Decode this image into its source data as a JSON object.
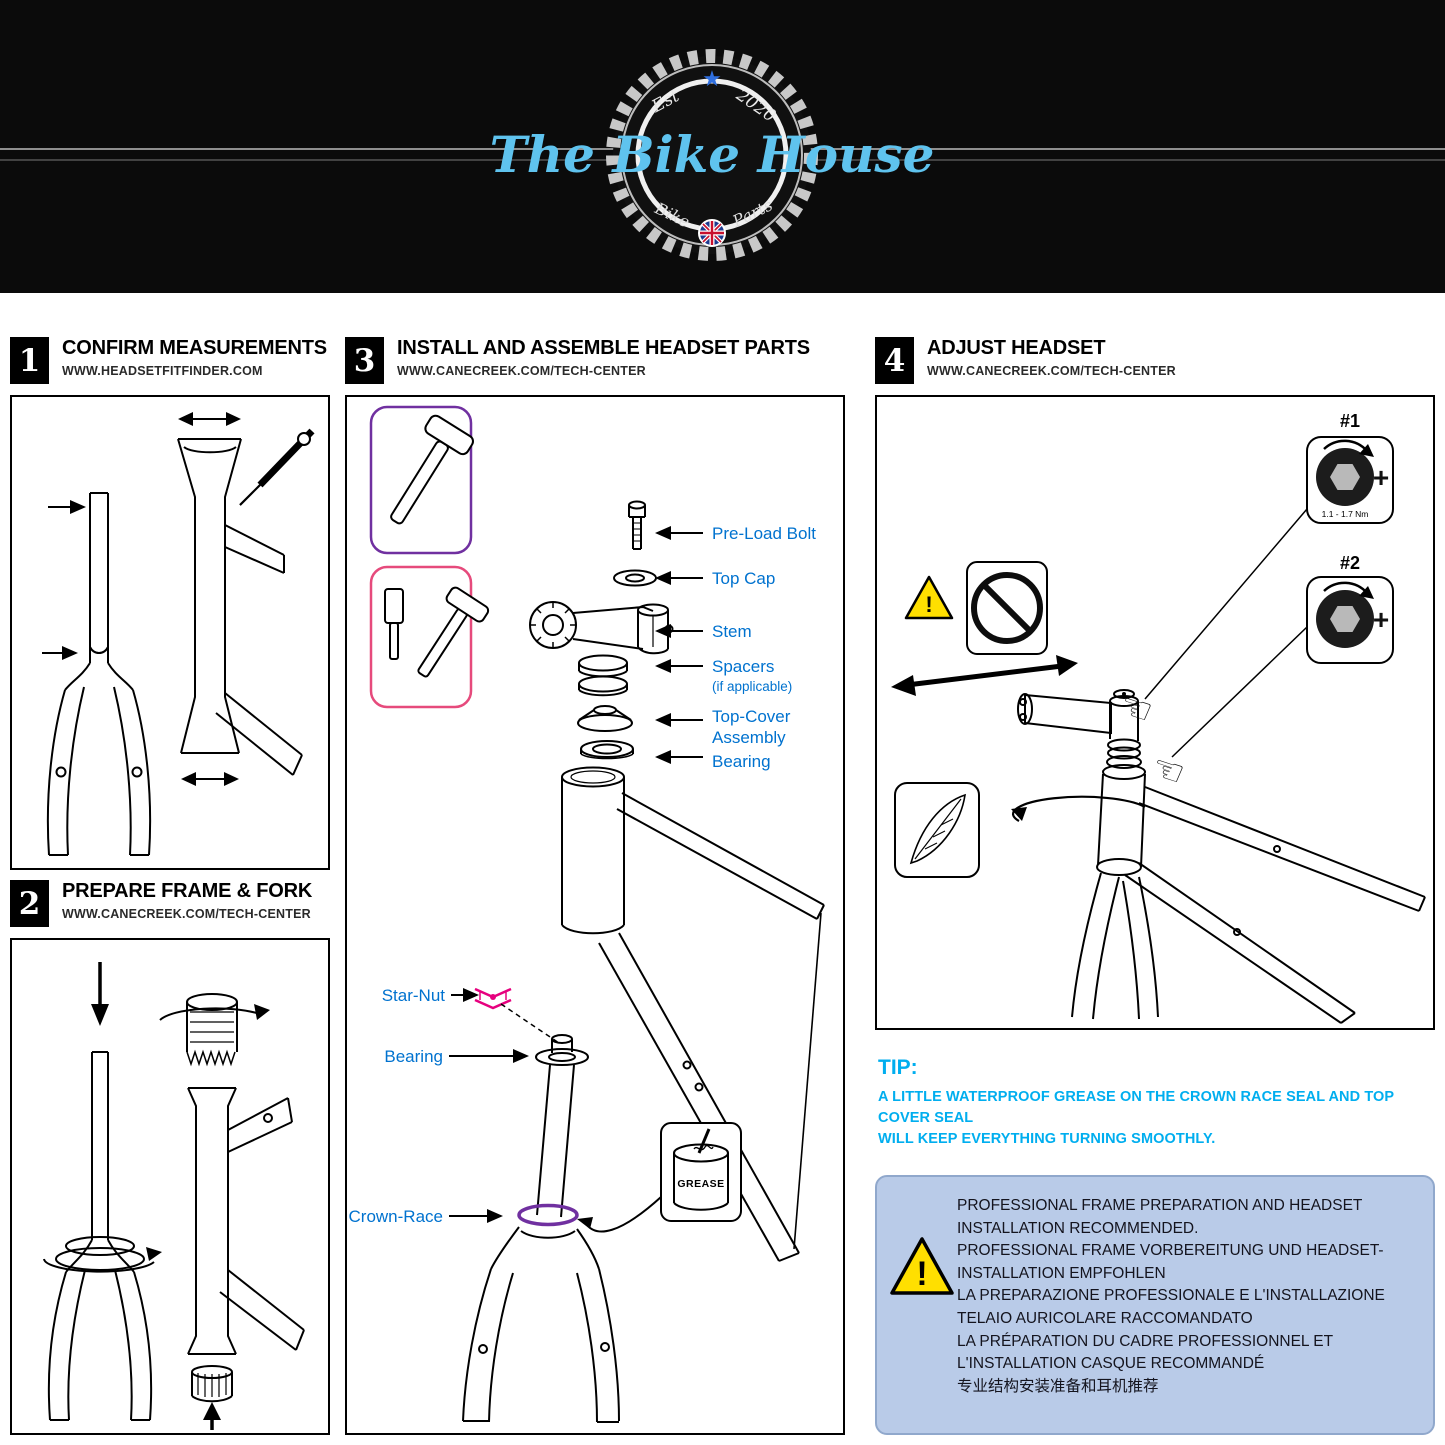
{
  "banner": {
    "title": "The Bike House",
    "est": "Est",
    "year": "2020",
    "bike": "Bike",
    "parts": "Parts",
    "star": "★"
  },
  "icons": {
    "star": "★",
    "plus": "+",
    "hand": "☜"
  },
  "steps": {
    "s1": {
      "num": "1",
      "title": "CONFIRM MEASUREMENTS",
      "url": "WWW.HEADSETFITFINDER.COM"
    },
    "s2": {
      "num": "2",
      "title": "PREPARE FRAME & FORK",
      "url": "WWW.CANECREEK.COM/TECH-CENTER"
    },
    "s3": {
      "num": "3",
      "title": "INSTALL AND ASSEMBLE HEADSET PARTS",
      "url": "WWW.CANECREEK.COM/TECH-CENTER"
    },
    "s4": {
      "num": "4",
      "title": "ADJUST HEADSET",
      "url": "WWW.CANECREEK.COM/TECH-CENTER"
    }
  },
  "diagram3": {
    "labels": {
      "preload": "Pre-Load Bolt",
      "topcap": "Top Cap",
      "stem": "Stem",
      "spacers": "Spacers",
      "spacers_note": "(if applicable)",
      "topcover1": "Top-Cover",
      "topcover2": "Assembly",
      "bearing_top": "Bearing",
      "starnut": "Star-Nut",
      "bearing_low": "Bearing",
      "crownrace": "Crown-Race",
      "grease": "GREASE"
    }
  },
  "diagram4": {
    "hex1": "#1",
    "hex2": "#2",
    "torque": "1.1 - 1.7 Nm",
    "warning_mark": "!"
  },
  "tip": {
    "heading": "TIP:",
    "line1": "A LITTLE WATERPROOF GREASE ON THE CROWN RACE SEAL AND TOP COVER SEAL",
    "line2": "WILL KEEP EVERYTHING TURNING SMOOTHLY."
  },
  "warning": {
    "mark": "!",
    "lines": [
      "PROFESSIONAL FRAME PREPARATION AND HEADSET",
      "INSTALLATION RECOMMENDED.",
      "PROFESSIONAL FRAME VORBEREITUNG UND HEADSET-",
      "INSTALLATION EMPFOHLEN",
      "LA PREPARAZIONE PROFESSIONALE E L'INSTALLAZIONE",
      "TELAIO AURICOLARE RACCOMANDATO",
      "LA PRÉPARATION DU CADRE PROFESSIONNEL ET",
      "L'INSTALLATION CASQUE RECOMMANDÉ",
      "专业结构安装准备和耳机推荐"
    ]
  },
  "colors": {
    "banner_bg": "#0b0b0b",
    "logo_blue": "#5fc3ee",
    "accent_blue": "#0072cf",
    "tip_blue": "#00aeef",
    "star_nut_pink": "#e6007e",
    "crown_race_purple": "#7030a0",
    "tool_box1_purple": "#7030a0",
    "tool_box2_pink": "#e64a7c",
    "warning_bg": "#b9cbe8",
    "warning_yellow": "#ffdf00"
  }
}
